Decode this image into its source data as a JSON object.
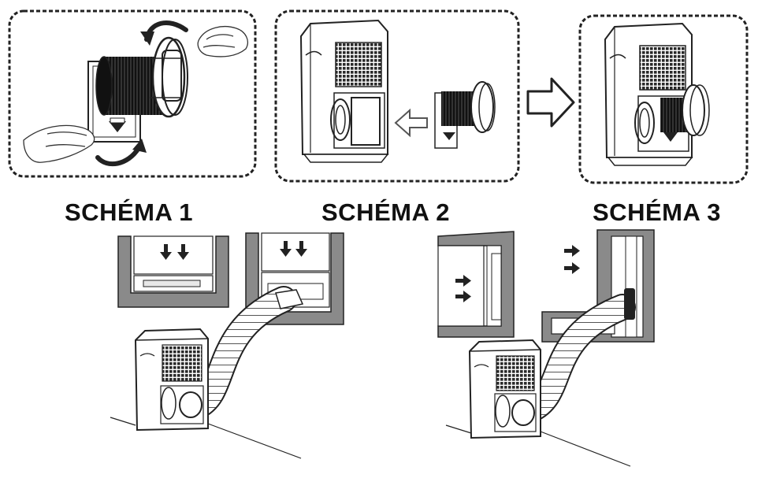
{
  "steps": [
    {
      "label": "SCHÉMA 1"
    },
    {
      "label": "SCHÉMA 2"
    },
    {
      "label": "SCHÉMA 3"
    }
  ],
  "colors": {
    "line": "#222222",
    "frame_fill": "#8a8a8a",
    "grille": "#333333",
    "hose_dark": "#1a1a1a"
  },
  "icons": {
    "rotate_arrows": "rotation-arrows-icon",
    "insert_arrow": "left-outline-arrow-icon",
    "next_step_arrow": "right-outline-arrow-icon",
    "down_arrows": "down-arrow-icon",
    "right_arrows": "right-arrow-icon"
  }
}
